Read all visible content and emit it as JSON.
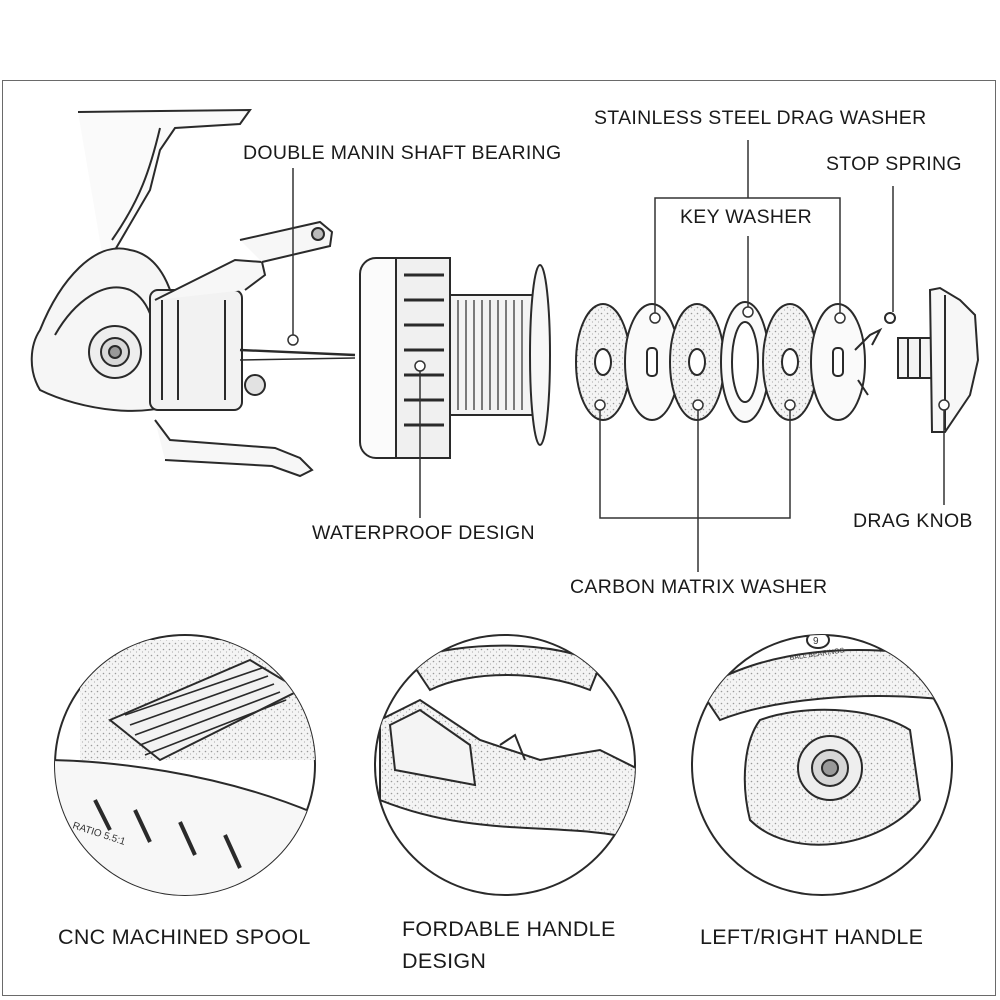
{
  "labels": {
    "double_main_shaft_bearing": "DOUBLE MANIN SHAFT BEARING",
    "stainless_steel_drag_washer": "STAINLESS STEEL DRAG WASHER",
    "stop_spring": "STOP SPRING",
    "key_washer": "KEY WASHER",
    "waterproof_design": "WATERPROOF DESIGN",
    "drag_knob": "DRAG KNOB",
    "carbon_matrix_washer": "CARBON MATRIX WASHER"
  },
  "features": [
    {
      "caption": "CNC MACHINED SPOOL"
    },
    {
      "caption_line1": "FORDABLE HANDLE",
      "caption_line2": "DESIGN"
    },
    {
      "caption": "LEFT/RIGHT HANDLE"
    }
  ],
  "detail_text": {
    "ratio": "RATIO 5.5:1",
    "bearing_count": "9",
    "bearing_text": "BALL BEARINGS"
  },
  "colors": {
    "line": "#2a2a2a",
    "frame": "#6a6a6a",
    "background": "#ffffff"
  }
}
